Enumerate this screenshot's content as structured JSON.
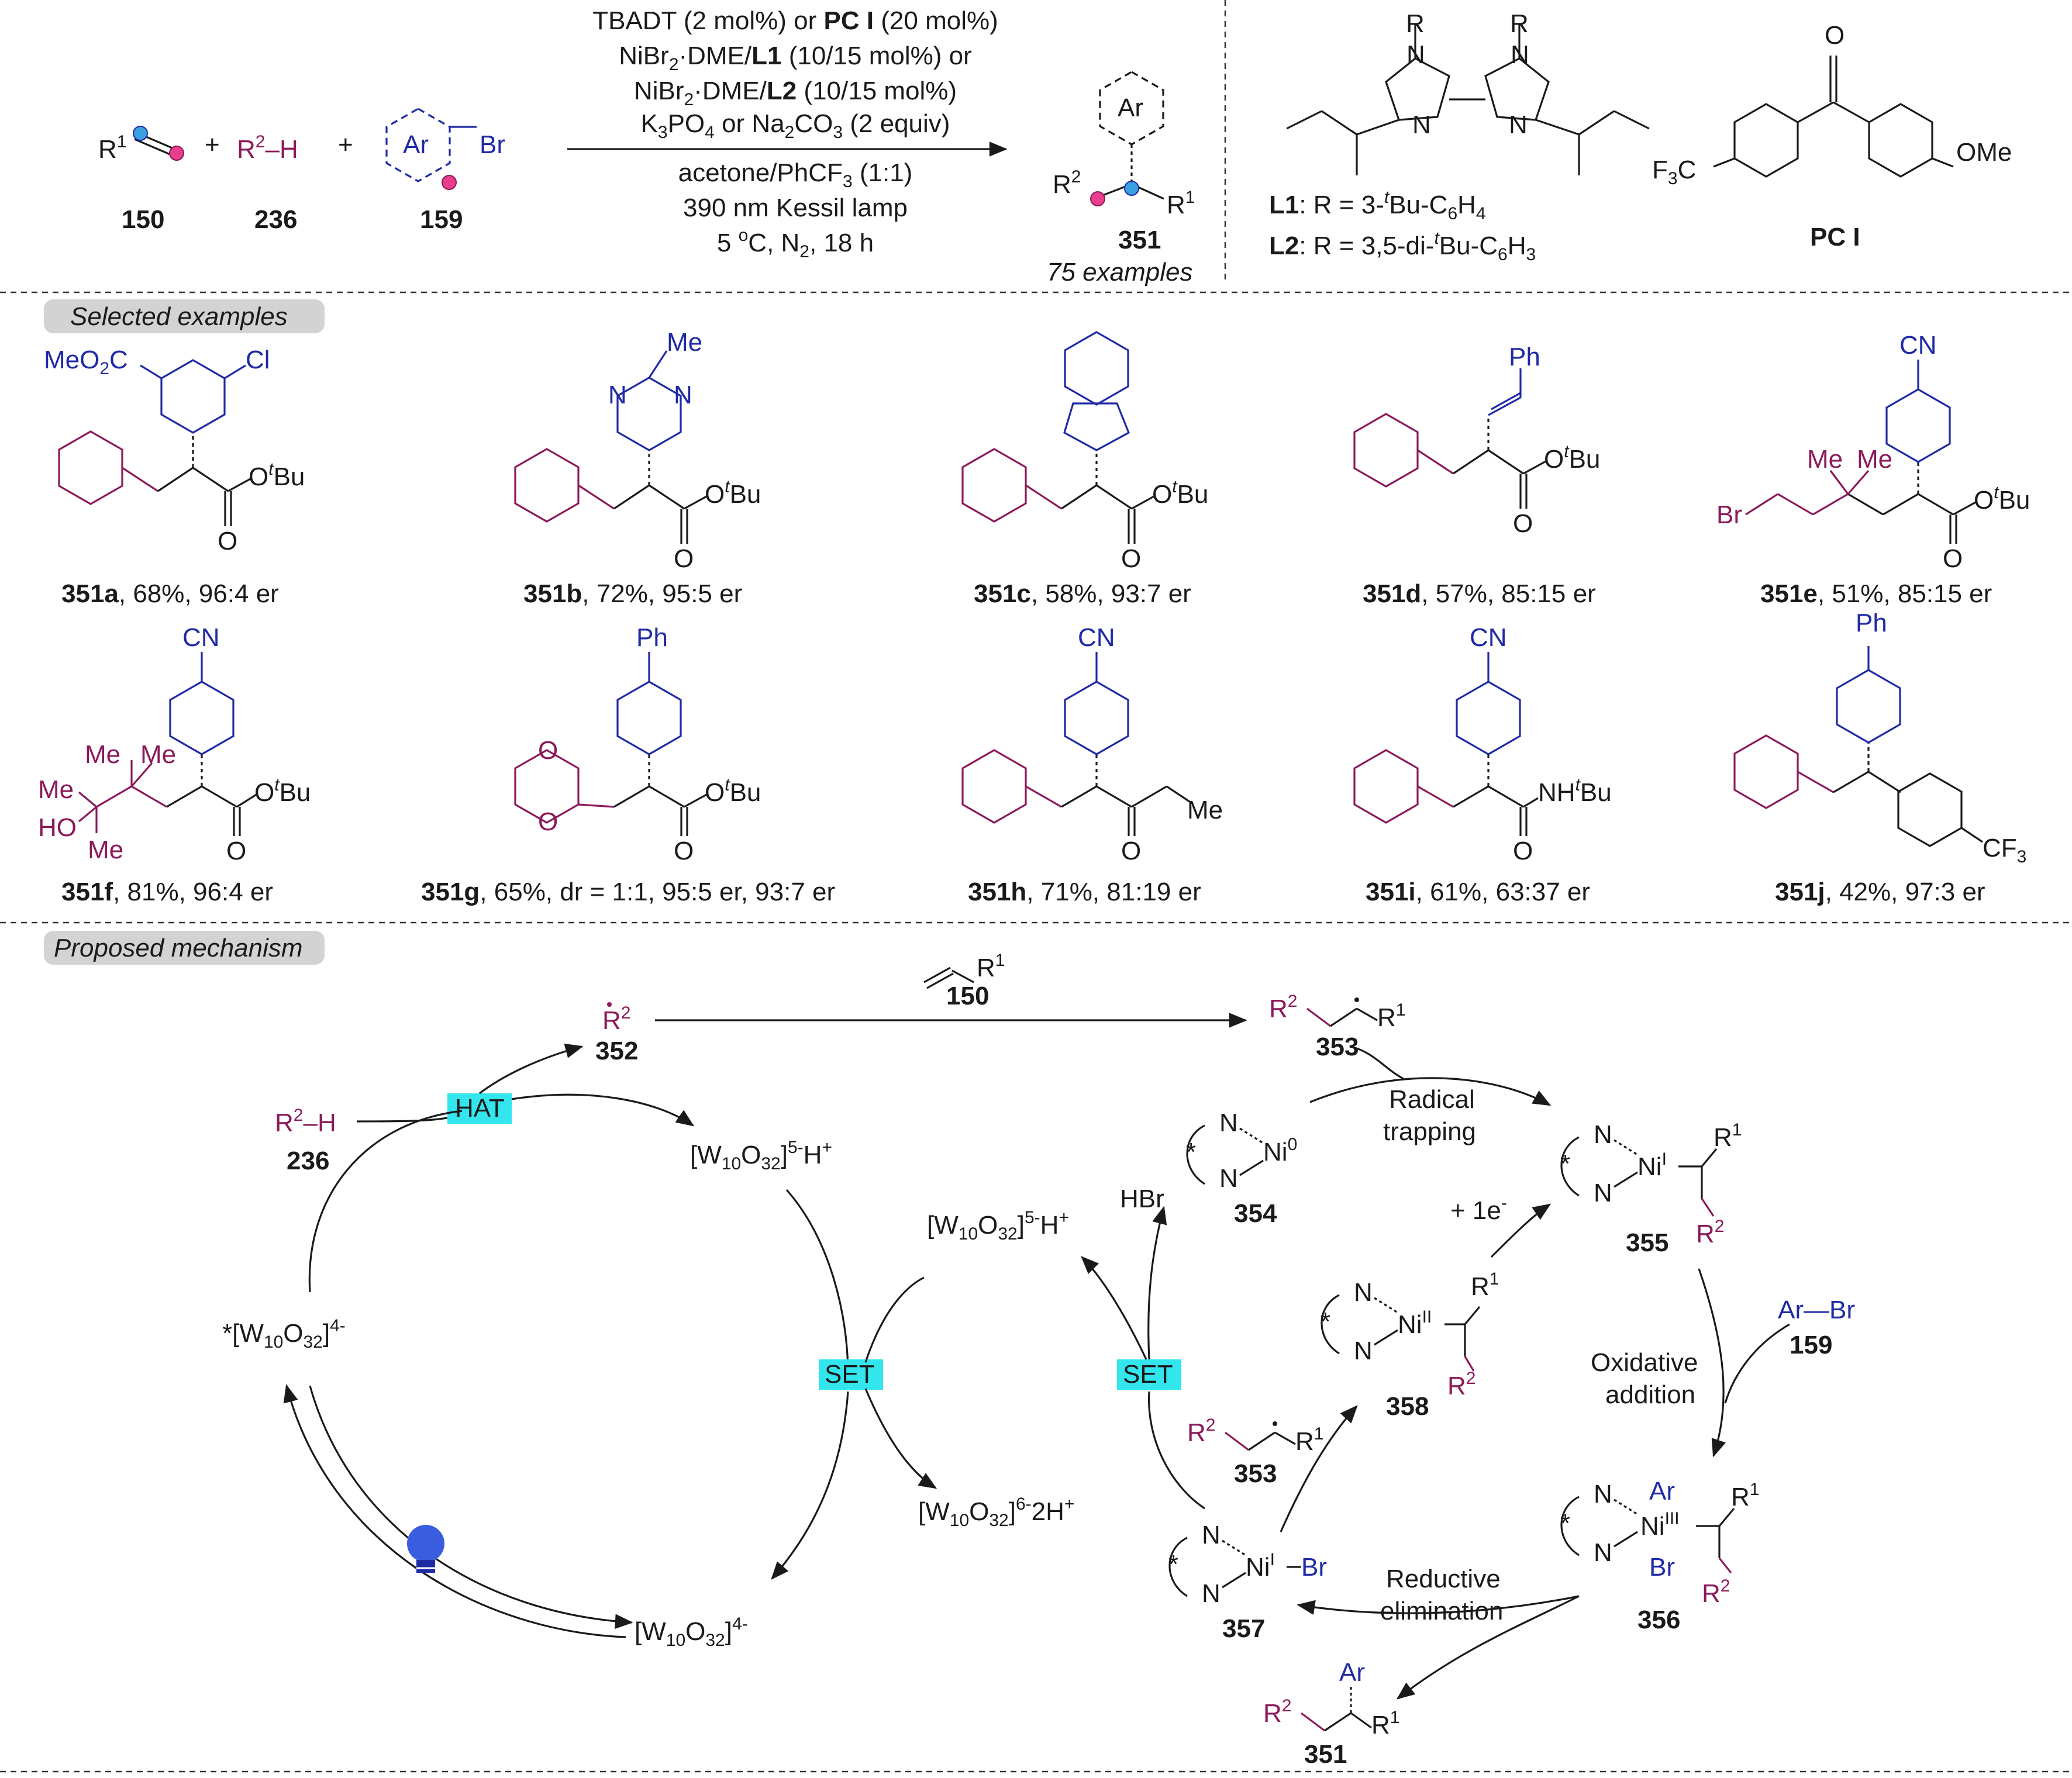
{
  "reaction": {
    "r1_label": "R",
    "r1_sup": "1",
    "plus": "+",
    "r2h": "R",
    "r2h_sup": "2",
    "r2h_end": "–H",
    "ar": "Ar",
    "br": "Br",
    "c150": "150",
    "c236": "236",
    "c159": "159",
    "cond_line1_a": "TBADT (2 mol%) or ",
    "cond_line1_b": "PC I",
    "cond_line1_c": " (20 mol%)",
    "cond_line2_a": "NiBr",
    "cond_line2_sub": "2",
    "cond_line2_b": "·DME/",
    "cond_line2_l": "L1",
    "cond_line2_c": " (10/15 mol%) or",
    "cond_line3_a": "NiBr",
    "cond_line3_sub": "2",
    "cond_line3_b": "·DME/",
    "cond_line3_l": "L2",
    "cond_line3_c": " (10/15 mol%)",
    "cond_line4_a": "K",
    "cond_line4_s1": "3",
    "cond_line4_b": "PO",
    "cond_line4_s2": "4",
    "cond_line4_c": " or Na",
    "cond_line4_s3": "2",
    "cond_line4_d": "CO",
    "cond_line4_s4": "3",
    "cond_line4_e": " (2 equiv)",
    "cond_line5": "acetone/PhCF",
    "cond_line5_sub": "3",
    "cond_line5_end": " (1:1)",
    "cond_line6": "390 nm Kessil lamp",
    "cond_line7_a": "5 ",
    "cond_line7_sup": "o",
    "cond_line7_b": "C, N",
    "cond_line7_sub": "2",
    "cond_line7_c": ", 18 h",
    "product_code": "351",
    "product_examples": "75 examples"
  },
  "ligand": {
    "R": "R",
    "N": "N",
    "l1_label": "L1",
    "l1_text_a": ": R = 3-",
    "l1_t": "t",
    "l1_text_b": "Bu-C",
    "l1_s1": "6",
    "l1_text_c": "H",
    "l1_s2": "4",
    "l2_label": "L2",
    "l2_text_a": ": R = 3,5-di-",
    "l2_t": "t",
    "l2_text_b": "Bu-C",
    "l2_s1": "6",
    "l2_text_c": "H",
    "l2_s2": "3"
  },
  "pc": {
    "O": "O",
    "f3c": "F",
    "f3c_sub": "3",
    "f3c_end": "C",
    "ome": "OMe",
    "label": "PC I"
  },
  "sections": {
    "selected": "Selected examples",
    "mechanism": "Proposed mechanism"
  },
  "examples": [
    {
      "code": "351a",
      "text": ", 68%, 96:4 er"
    },
    {
      "code": "351b",
      "text": ", 72%, 95:5 er"
    },
    {
      "code": "351c",
      "text": ", 58%, 93:7 er"
    },
    {
      "code": "351d",
      "text": ", 57%, 85:15 er"
    },
    {
      "code": "351e",
      "text": ", 51%, 85:15 er"
    },
    {
      "code": "351f",
      "text": ", 81%, 96:4 er"
    },
    {
      "code": "351g",
      "text": ", 65%, dr = 1:1, 95:5 er, 93:7 er"
    },
    {
      "code": "351h",
      "text": ", 71%, 81:19 er"
    },
    {
      "code": "351i",
      "text": ", 61%, 63:37 er"
    },
    {
      "code": "351j",
      "text": ", 42%, 97:3 er"
    }
  ],
  "labels": {
    "meo2c": "MeO",
    "meo2c_sub": "2",
    "meo2c_end": "C",
    "cl": "Cl",
    "obu": "O",
    "obu_t": "t",
    "obu_end": "Bu",
    "o": "O",
    "me": "Me",
    "n": "N",
    "ph": "Ph",
    "cn": "CN",
    "br": "Br",
    "ho": "HO",
    "nh": "NH",
    "nh_t": "t",
    "nh_end": "Bu",
    "cf3": "CF",
    "cf3_sub": "3"
  },
  "mechanism": {
    "r2dot": "R",
    "r2dot_sup": "2",
    "c352": "352",
    "c150": "150",
    "r1": "R",
    "r1_sup": "1",
    "c353": "353",
    "r2h": "R",
    "r2h_sup": "2",
    "r2h_end": "–H",
    "c236": "236",
    "hat": "HAT",
    "w_5h_a": "[W",
    "w_5h_s1": "10",
    "w_5h_b": "O",
    "w_5h_s2": "32",
    "w_5h_c": "]",
    "w_5h_sup": "5-",
    "w_5h_d": "H",
    "w_5h_sup2": "+",
    "w_star_a": "*[W",
    "w_star_s1": "10",
    "w_star_b": "O",
    "w_star_s2": "32",
    "w_star_c": "]",
    "w_star_sup": "4-",
    "w_4_a": "[W",
    "w_4_s1": "10",
    "w_4_b": "O",
    "w_4_s2": "32",
    "w_4_c": "]",
    "w_4_sup": "4-",
    "w_6_a": "[W",
    "w_6_s1": "10",
    "w_6_b": "O",
    "w_6_s2": "32",
    "w_6_c": "]",
    "w_6_sup": "6-",
    "w_6_d": "2H",
    "w_6_sup2": "+",
    "set": "SET",
    "hbr": "HBr",
    "ni": "Ni",
    "ni0_sup": "0",
    "ni1_sup": "I",
    "ni2_sup": "II",
    "ni3_sup": "III",
    "n": "N",
    "star": "*",
    "c354": "354",
    "c355": "355",
    "c356": "356",
    "c357": "357",
    "c358": "358",
    "c351": "351",
    "c159": "159",
    "arbr_ar": "Ar",
    "arbr_br": "Br",
    "radical_trapping_1": "Radical",
    "radical_trapping_2": "trapping",
    "plus_e": "+ 1e",
    "plus_e_sup": "-",
    "oxidative_1": "Oxidative",
    "oxidative_2": "addition",
    "reductive_1": "Reductive",
    "reductive_2": "elimination",
    "ar": "Ar",
    "br": "Br"
  },
  "colors": {
    "magenta": "#8b1a5a",
    "blue": "#1f2aa5",
    "highlight": "#33e6ee",
    "section_bg": "#d3d3d3",
    "pink_dot": "#e83e8c",
    "blue_dot": "#3aa0e0"
  }
}
